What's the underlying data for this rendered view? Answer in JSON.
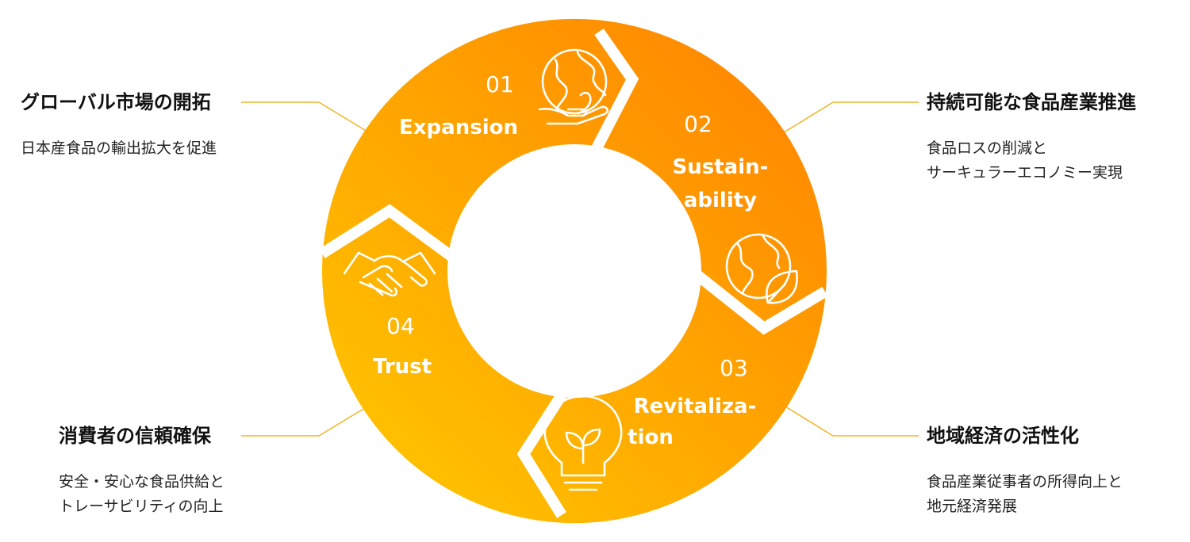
{
  "colors": {
    "orange_deep": "#ff8a00",
    "orange_mid": "#ffa100",
    "yellow": "#ffc300",
    "connector": "#f3b52a",
    "white": "#ffffff"
  },
  "segments": [
    {
      "number": "01",
      "label_lines": [
        "Expansion"
      ],
      "icon": "globe-hand-icon"
    },
    {
      "number": "02",
      "label_lines": [
        "Sustain-",
        "ability"
      ],
      "icon": "globe-leaf-icon"
    },
    {
      "number": "03",
      "label_lines": [
        "Revitaliza-",
        "tion"
      ],
      "icon": "lightbulb-sprout-icon"
    },
    {
      "number": "04",
      "label_lines": [
        "Trust"
      ],
      "icon": "handshake-icon"
    }
  ],
  "callouts": {
    "top_left": {
      "title": "グローバル市場の開拓",
      "desc": [
        "日本産食品の輸出拡大を促進"
      ]
    },
    "top_right": {
      "title": "持続可能な食品産業推進",
      "desc": [
        "食品ロスの削減と",
        "サーキュラーエコノミー実現"
      ]
    },
    "bottom_right": {
      "title": "地域経済の活性化",
      "desc": [
        "食品産業従事者の所得向上と",
        "地元経済発展"
      ]
    },
    "bottom_left": {
      "title": "消費者の信頼確保",
      "desc": [
        "安全・安心な食品供給と",
        "トレーサビリティの向上"
      ]
    }
  }
}
